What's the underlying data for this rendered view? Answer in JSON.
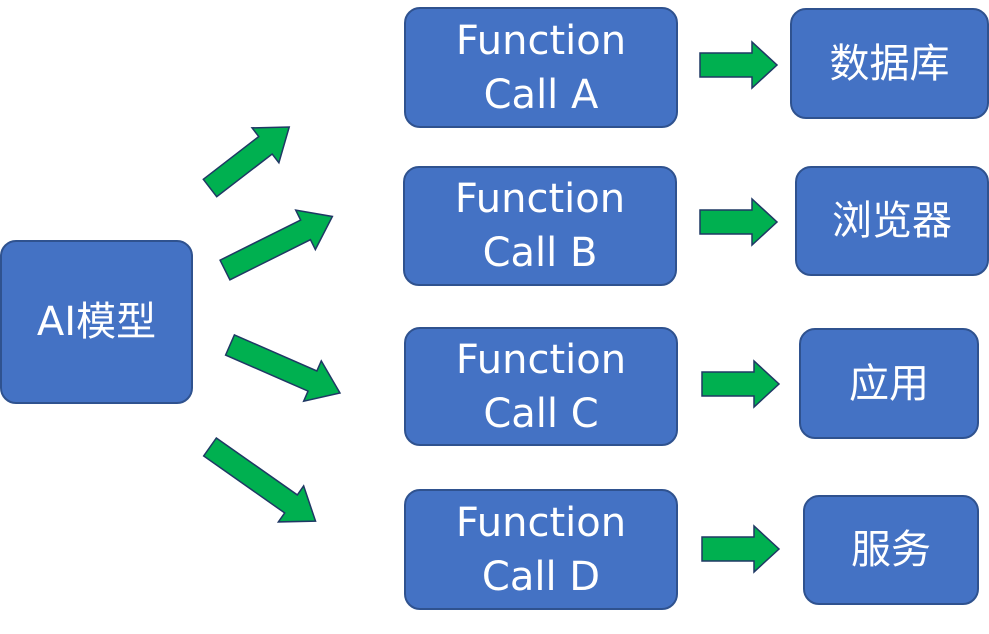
{
  "source": {
    "label": "AI模型"
  },
  "functions": [
    {
      "line1": "Function",
      "line2": "Call A"
    },
    {
      "line1": "Function",
      "line2": "Call B"
    },
    {
      "line1": "Function",
      "line2": "Call C"
    },
    {
      "line1": "Function",
      "line2": "Call D"
    }
  ],
  "targets": [
    {
      "label": "数据库"
    },
    {
      "label": "浏览器"
    },
    {
      "label": "应用"
    },
    {
      "label": "服务"
    }
  ],
  "colors": {
    "box_fill": "#4472c4",
    "box_border": "#2f528f",
    "arrow_fill": "#00b050"
  }
}
